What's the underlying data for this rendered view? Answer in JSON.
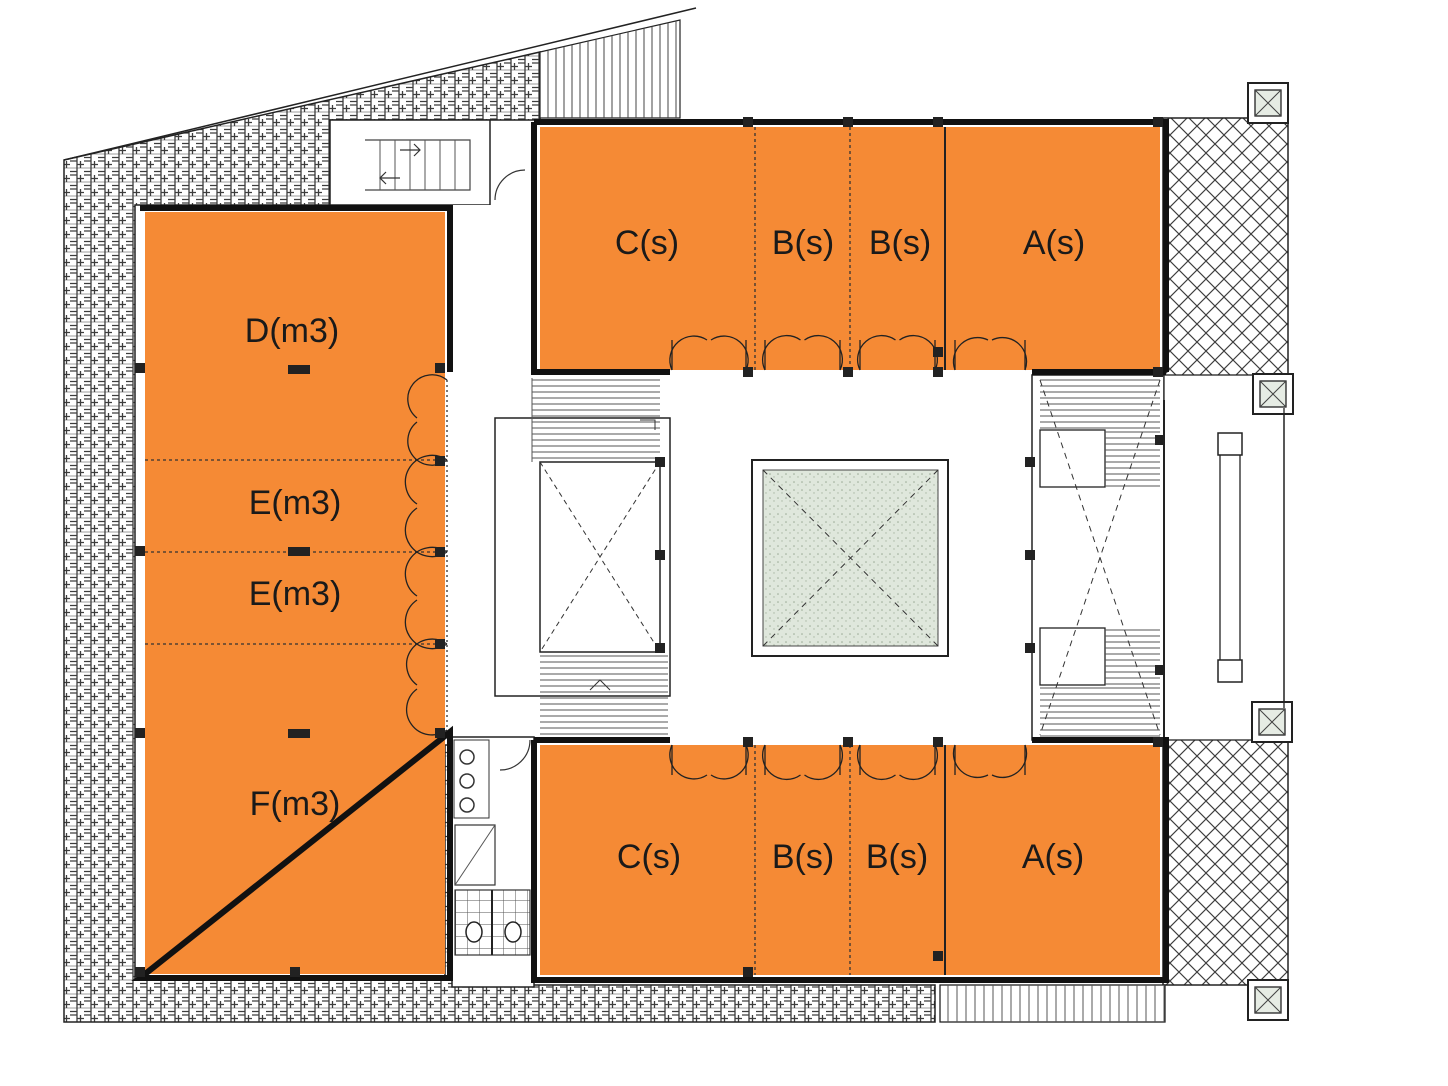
{
  "colors": {
    "room_fill": "#f58a35",
    "paving_hatch": "#4a4a4a",
    "wall": "#111111",
    "courtyard_fill": "#dfe7dc"
  },
  "rooms": {
    "c_top": "C(s)",
    "b1_top": "B(s)",
    "b2_top": "B(s)",
    "a_top": "A(s)",
    "d_left": "D(m3)",
    "e1_left": "E(m3)",
    "e2_left": "E(m3)",
    "f_left": "F(m3)",
    "c_bottom": "C(s)",
    "b1_bottom": "B(s)",
    "b2_bottom": "B(s)",
    "a_bottom": "A(s)"
  }
}
